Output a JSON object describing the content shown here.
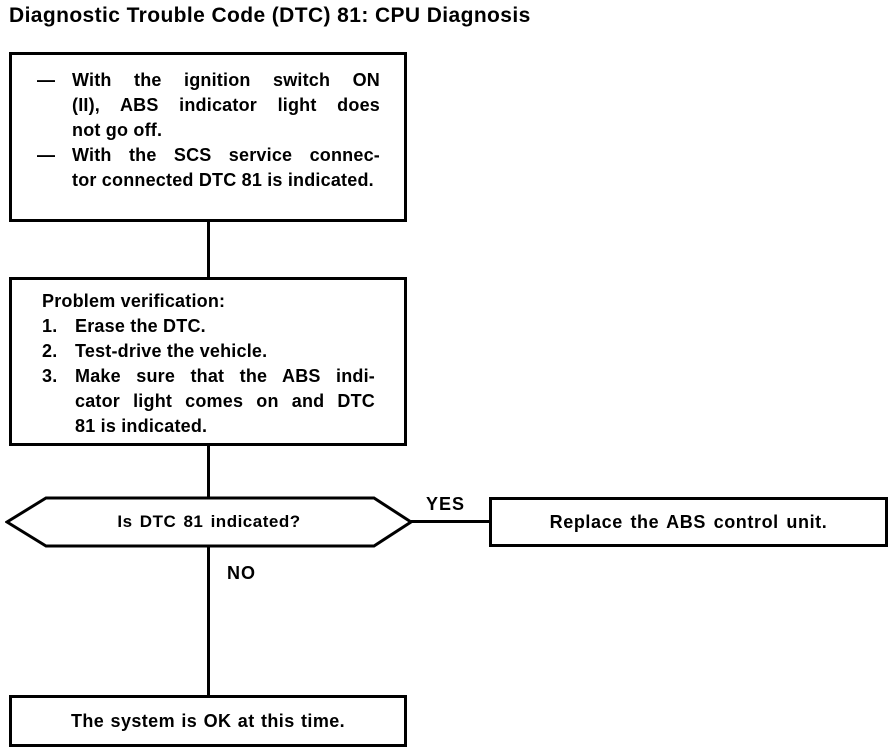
{
  "title": "Diagnostic Trouble Code (DTC) 81: CPU Diagnosis",
  "colors": {
    "ink": "#000000",
    "paper": "#ffffff"
  },
  "boxes": {
    "symptom": {
      "bullets": [
        {
          "marker": "—",
          "lines": [
            "With the ignition switch ON",
            "(II), ABS indicator light does",
            "not go off."
          ]
        },
        {
          "marker": "—",
          "lines": [
            "With the SCS service connec-",
            "tor connected DTC 81 is indicated."
          ]
        }
      ]
    },
    "verification": {
      "heading": "Problem verification:",
      "steps": [
        {
          "num": "1.",
          "lines": [
            "Erase the DTC."
          ]
        },
        {
          "num": "2.",
          "lines": [
            "Test-drive the vehicle."
          ]
        },
        {
          "num": "3.",
          "lines": [
            "Make sure that the ABS indi-",
            "cator light comes on and DTC",
            "81 is indicated."
          ]
        }
      ]
    },
    "decision": {
      "question": "Is DTC 81 indicated?",
      "yes_label": "YES",
      "no_label": "NO"
    },
    "yes_action": "Replace the ABS control unit.",
    "no_result": "The system is OK at this time."
  }
}
